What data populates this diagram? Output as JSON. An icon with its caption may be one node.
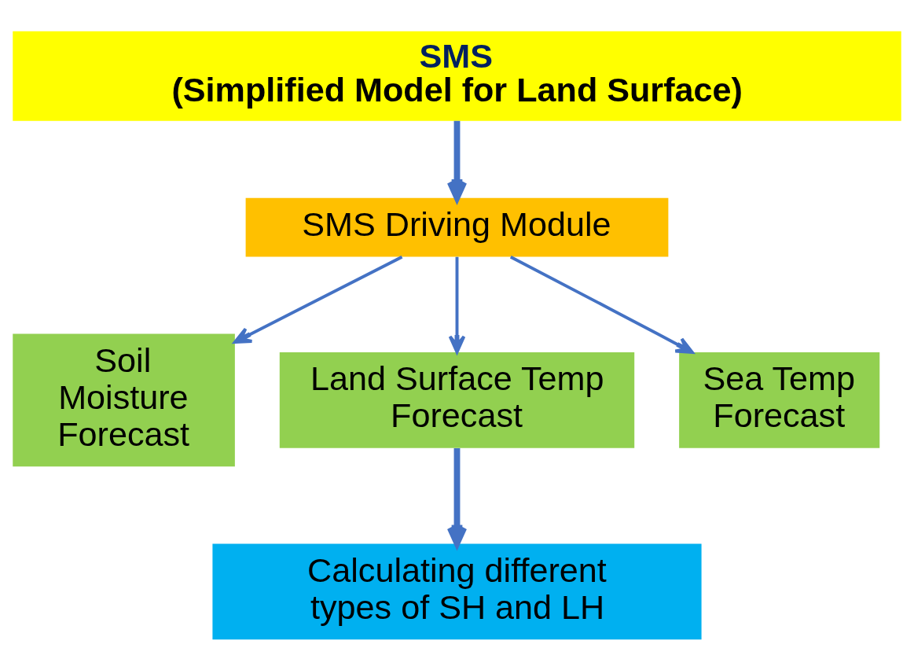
{
  "diagram": {
    "nodes": [
      {
        "text": [
          "SMS",
          "(Simplified Model for Land Surface)"
        ]
      },
      {
        "text": [
          "SMS Driving Module"
        ]
      },
      {
        "text": [
          "Soil Moisture Forecast"
        ]
      },
      {
        "text": [
          "Land Surface Temp Forecast"
        ]
      },
      {
        "text": [
          "Sea Temp Forecast"
        ]
      },
      {
        "text": [
          "Calculating different types of SH and LH"
        ]
      }
    ],
    "edges": [
      {
        "from": 0,
        "to": 1,
        "arrow": "to",
        "style": "thick"
      },
      {
        "from": 1,
        "to": 2,
        "arrow": "to"
      },
      {
        "from": 1,
        "to": 3,
        "arrow": "to"
      },
      {
        "from": 1,
        "to": 4,
        "arrow": "to"
      },
      {
        "from": 3,
        "to": 5,
        "arrow": "to",
        "style": "thick"
      }
    ]
  }
}
